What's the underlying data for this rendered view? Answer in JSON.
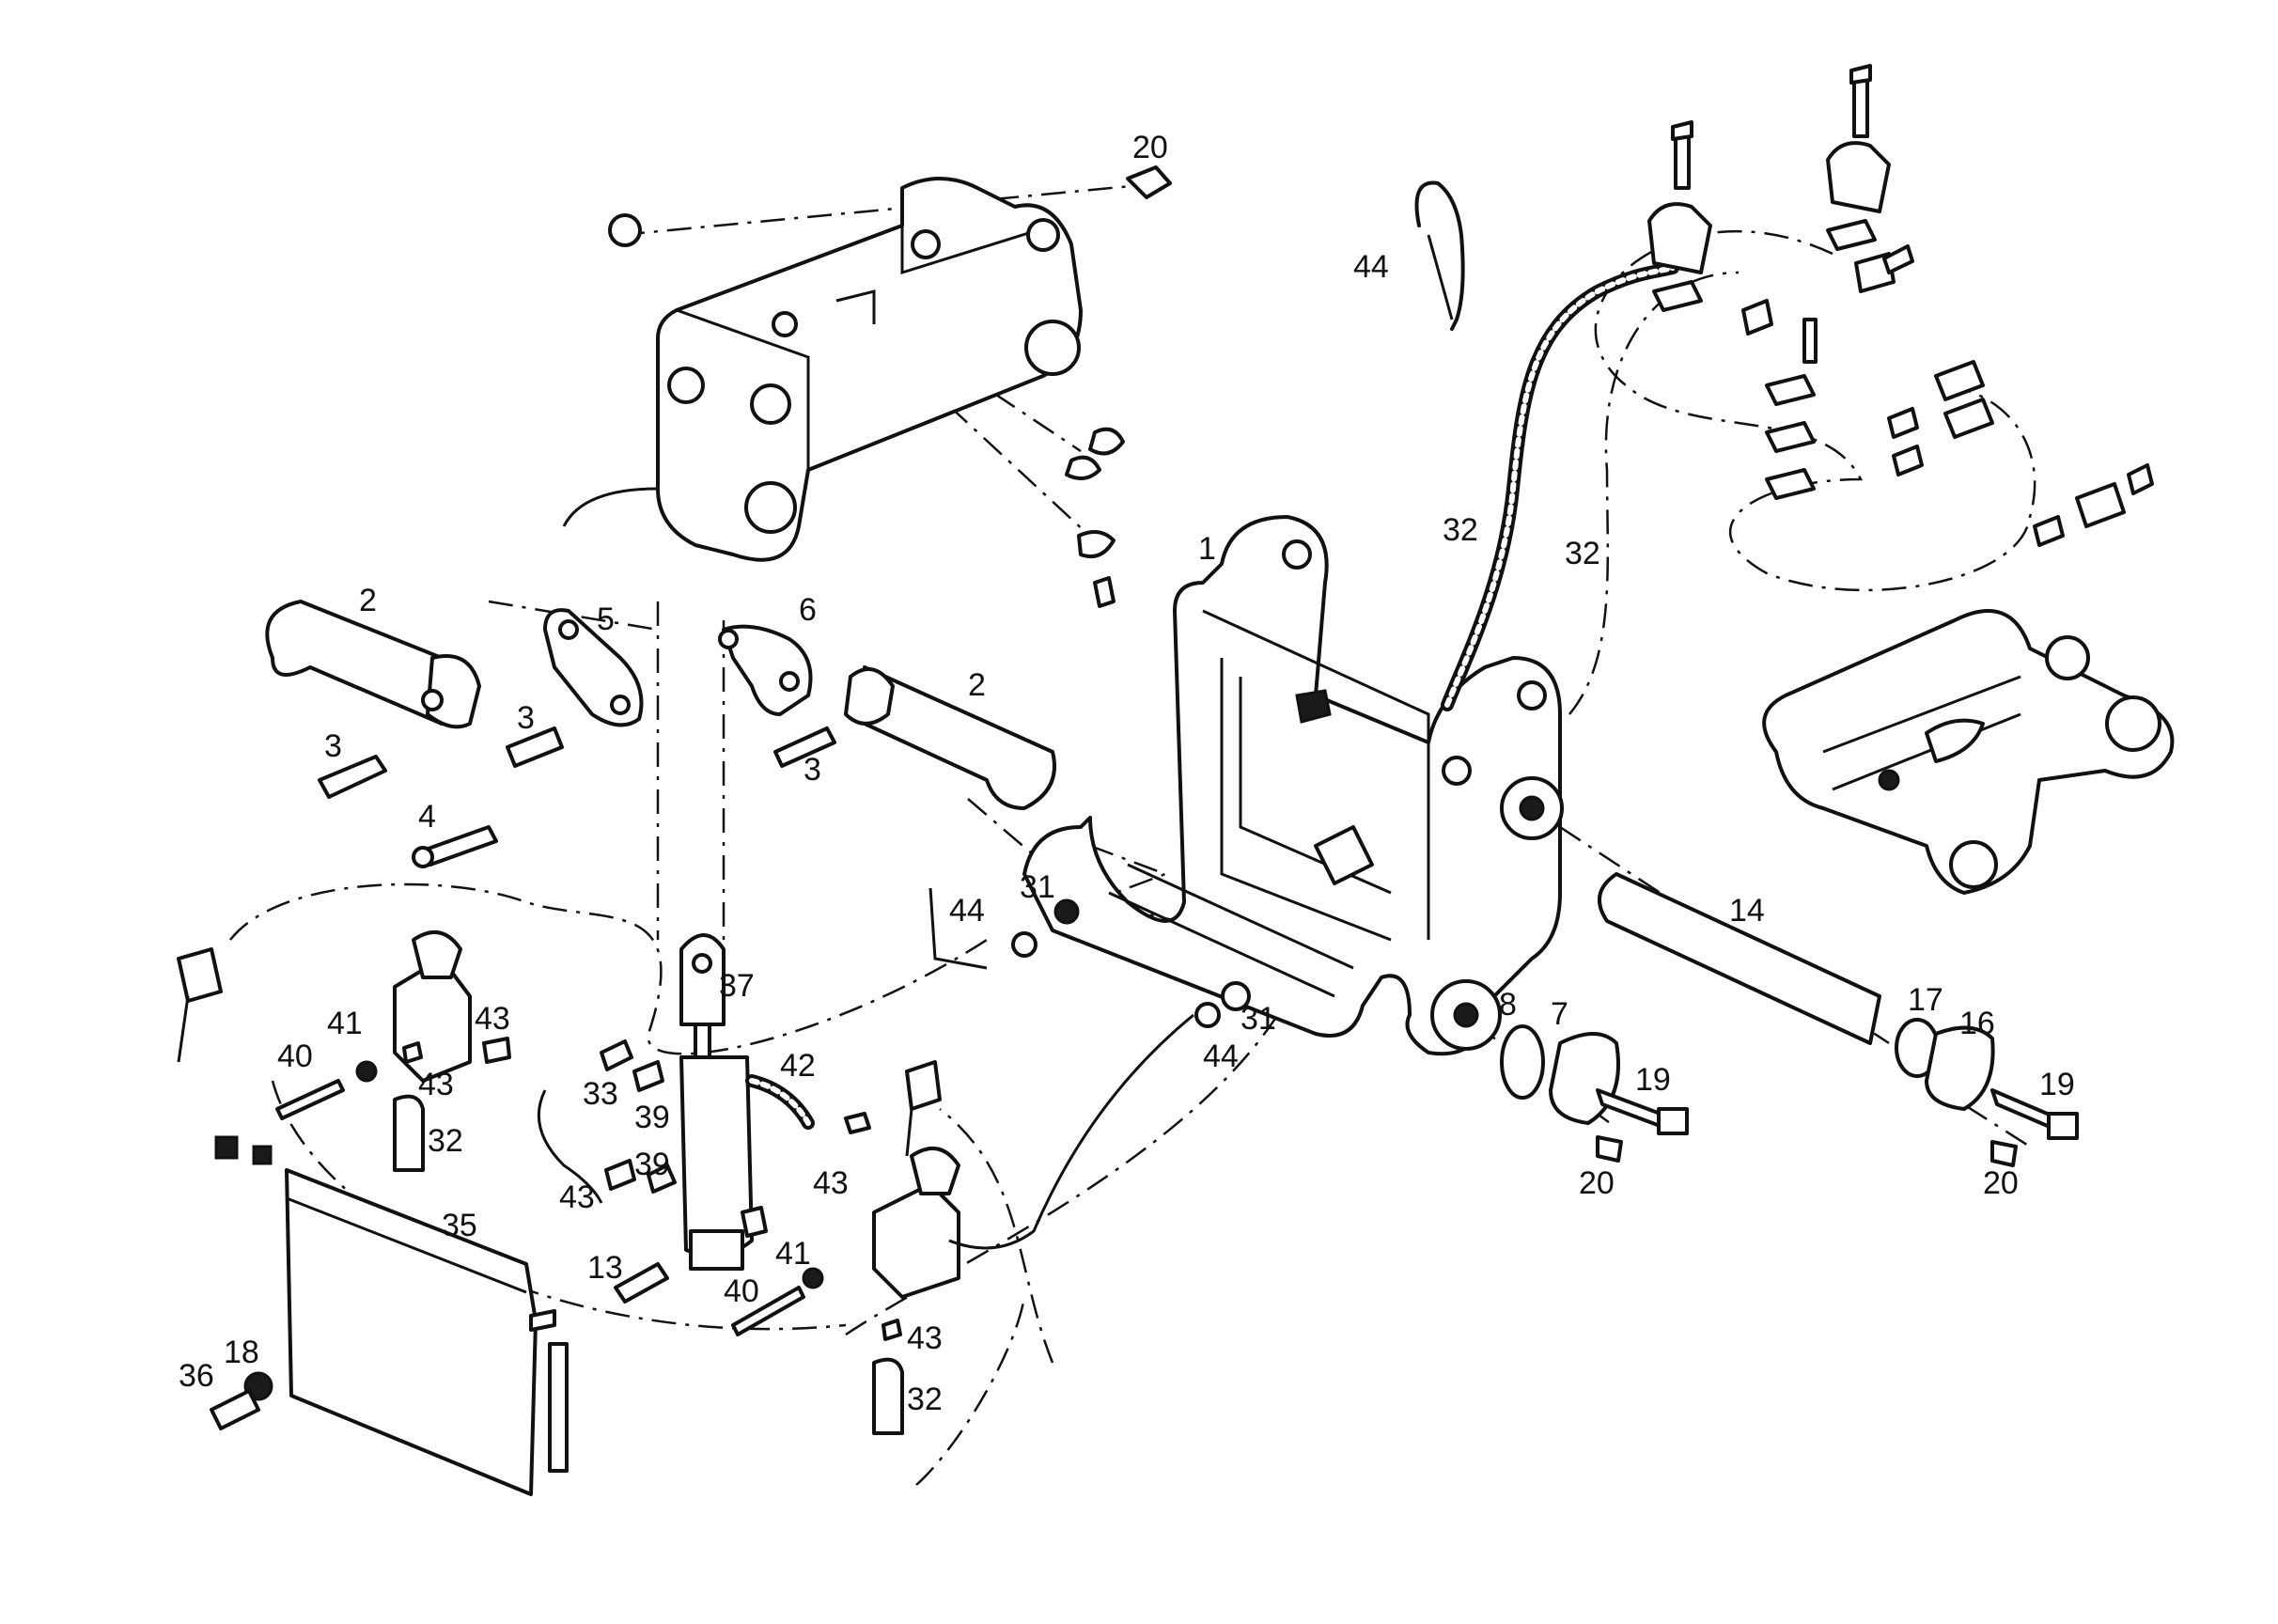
{
  "colors": {
    "ink": "#111111",
    "paper": "#ffffff"
  },
  "callouts": [
    "20",
    "44",
    "32",
    "32",
    "1",
    "2",
    "5",
    "6",
    "2",
    "3",
    "3",
    "3",
    "4",
    "31",
    "44",
    "37",
    "14",
    "8",
    "7",
    "17",
    "16",
    "19",
    "19",
    "20",
    "20",
    "41",
    "43",
    "40",
    "43",
    "32",
    "33",
    "39",
    "42",
    "39",
    "43",
    "43",
    "35",
    "13",
    "41",
    "40",
    "43",
    "32",
    "18",
    "36",
    "31",
    "44"
  ]
}
